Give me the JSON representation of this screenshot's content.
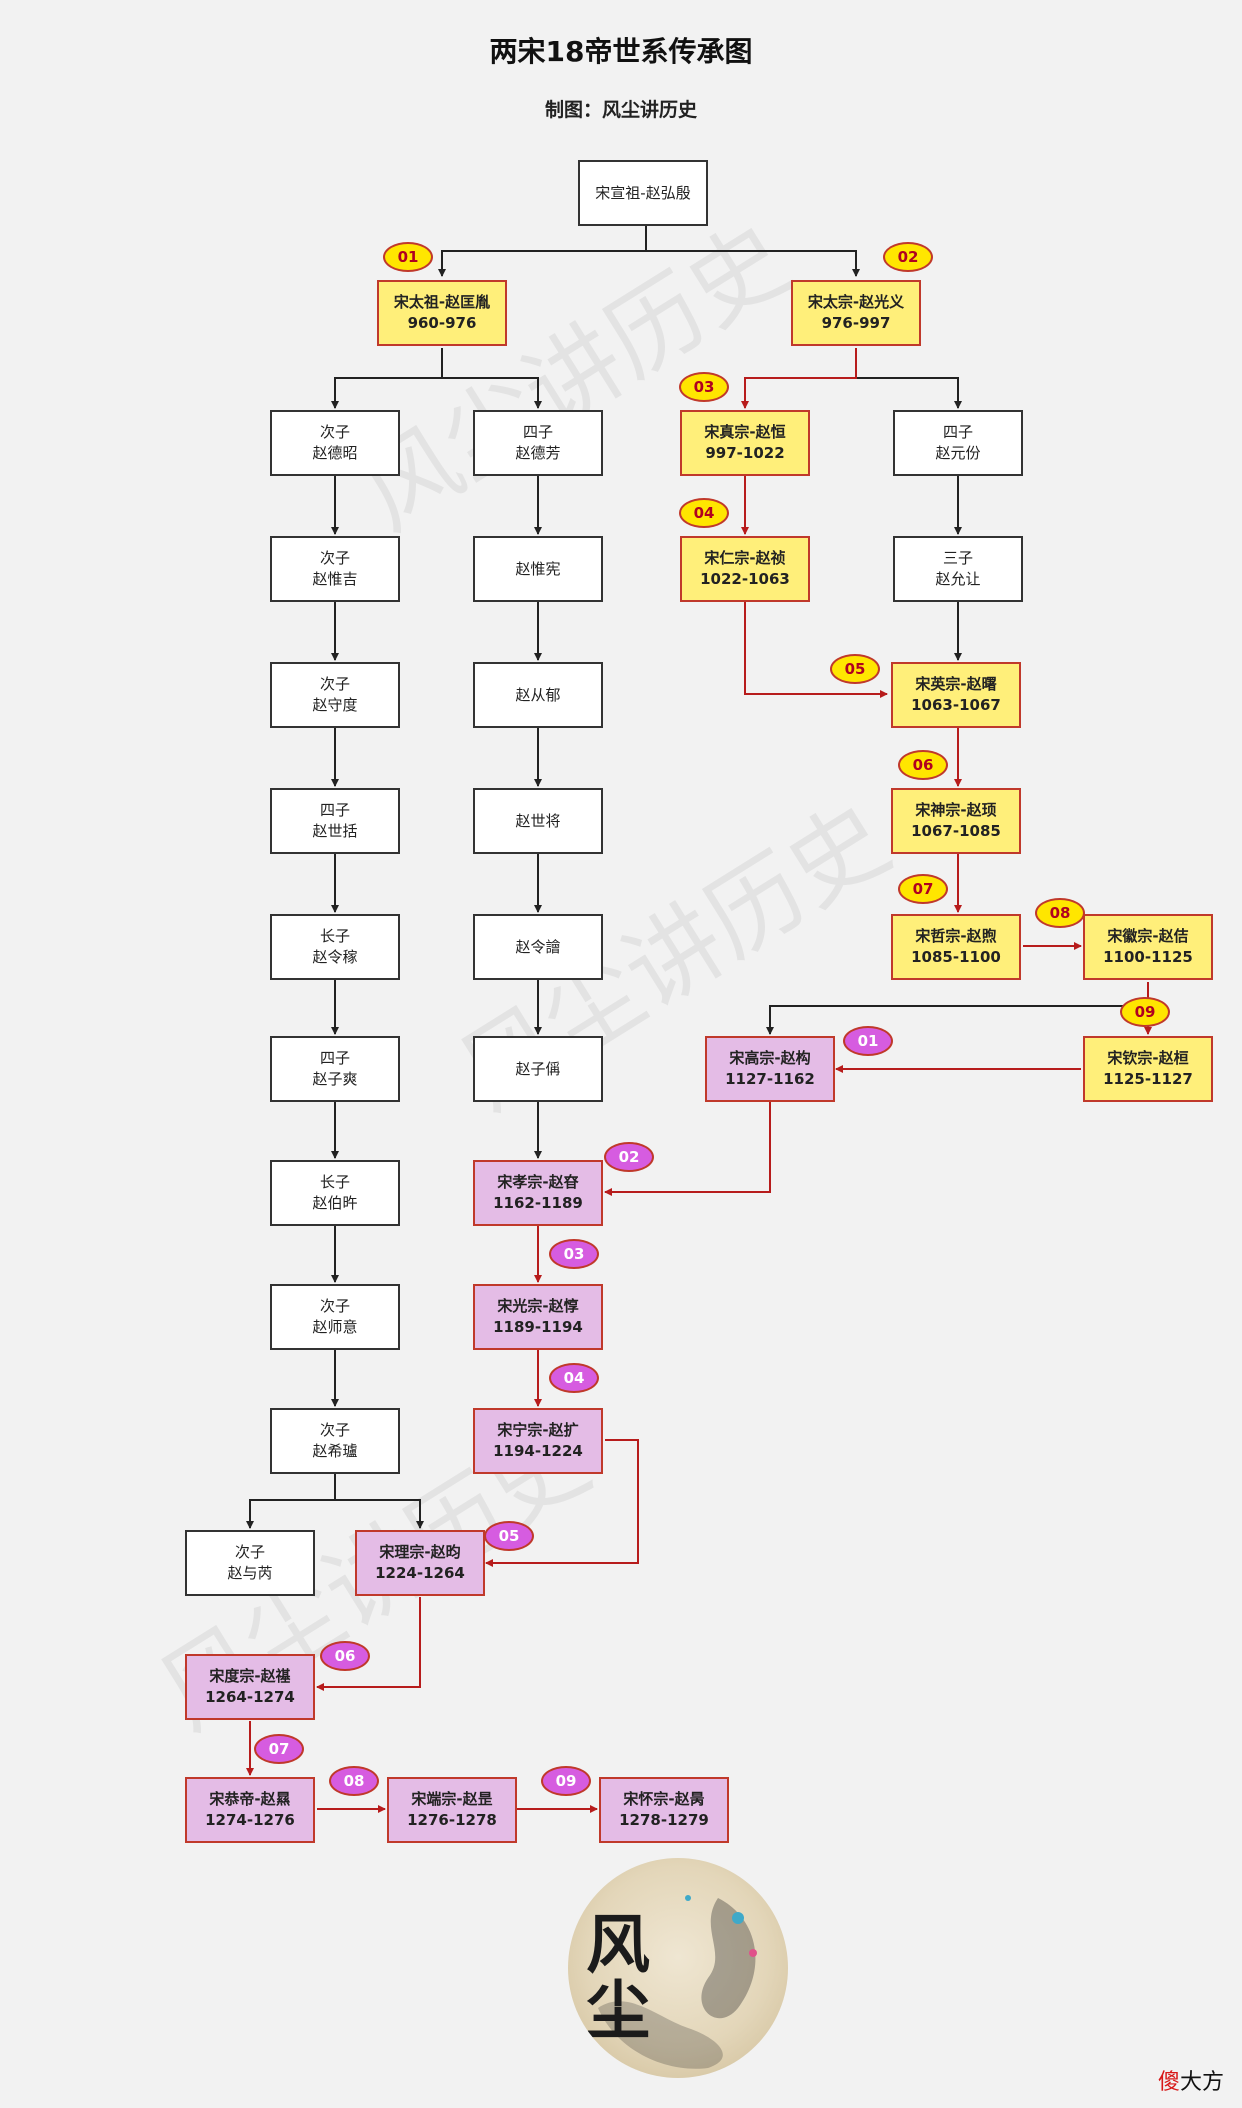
{
  "title": "两宋18帝世系传承图",
  "subtitle": "制图：风尘讲历史",
  "watermark_text": "风尘讲历史",
  "logo_text": "风尘",
  "corner_mark": {
    "first": "傻",
    "rest": "大方"
  },
  "colors": {
    "emperor_north": "#ffef7a",
    "emperor_south": "#e4bce6",
    "border_red": "#c0392b",
    "badge_north": "#ffe600",
    "badge_south": "#d65ce0"
  },
  "nodes": {
    "xuanzu": {
      "line1": "宋宣祖-赵弘殷",
      "line2": ""
    },
    "taizu": {
      "line1": "宋太祖-赵匡胤",
      "line2": "960-976"
    },
    "taizong": {
      "line1": "宋太宗-赵光义",
      "line2": "976-997"
    },
    "dezhao": {
      "line1": "次子",
      "line2": "赵德昭"
    },
    "defang": {
      "line1": "四子",
      "line2": "赵德芳"
    },
    "zhenzong": {
      "line1": "宋真宗-赵恒",
      "line2": "997-1022"
    },
    "yuanfen": {
      "line1": "四子",
      "line2": "赵元份"
    },
    "weiji": {
      "line1": "次子",
      "line2": "赵惟吉"
    },
    "weixian": {
      "line1": "赵惟宪",
      "line2": ""
    },
    "renzong": {
      "line1": "宋仁宗-赵祯",
      "line2": "1022-1063"
    },
    "yunrang": {
      "line1": "三子",
      "line2": "赵允让"
    },
    "shoudu": {
      "line1": "次子",
      "line2": "赵守度"
    },
    "congyu": {
      "line1": "赵从郁",
      "line2": ""
    },
    "yingzong": {
      "line1": "宋英宗-赵曙",
      "line2": "1063-1067"
    },
    "shikuo": {
      "line1": "四子",
      "line2": "赵世括"
    },
    "shijiang": {
      "line1": "赵世将",
      "line2": ""
    },
    "shenzong": {
      "line1": "宋神宗-赵顼",
      "line2": "1067-1085"
    },
    "lingjia": {
      "line1": "长子",
      "line2": "赵令稼"
    },
    "lingyu": {
      "line1": "赵令譮",
      "line2": ""
    },
    "zhezong": {
      "line1": "宋哲宗-赵煦",
      "line2": "1085-1100"
    },
    "huizong": {
      "line1": "宋徽宗-赵佶",
      "line2": "1100-1125"
    },
    "zishuang": {
      "line1": "四子",
      "line2": "赵子爽"
    },
    "zicheng": {
      "line1": "赵子偁",
      "line2": ""
    },
    "gaozong": {
      "line1": "宋高宗-赵构",
      "line2": "1127-1162"
    },
    "qinzong": {
      "line1": "宋钦宗-赵桓",
      "line2": "1125-1127"
    },
    "bozuo": {
      "line1": "长子",
      "line2": "赵伯旿"
    },
    "xiaozong": {
      "line1": "宋孝宗-赵昚",
      "line2": "1162-1189"
    },
    "shiyi": {
      "line1": "次子",
      "line2": "赵师意"
    },
    "guangzong": {
      "line1": "宋光宗-赵惇",
      "line2": "1189-1194"
    },
    "xilu": {
      "line1": "次子",
      "line2": "赵希瓐"
    },
    "ningzong": {
      "line1": "宋宁宗-赵扩",
      "line2": "1194-1224"
    },
    "yurui": {
      "line1": "次子",
      "line2": "赵与芮"
    },
    "lizong": {
      "line1": "宋理宗-赵昀",
      "line2": "1224-1264"
    },
    "duzong": {
      "line1": "宋度宗-赵禥",
      "line2": "1264-1274"
    },
    "gongdi": {
      "line1": "宋恭帝-赵㬎",
      "line2": "1274-1276"
    },
    "duanzong": {
      "line1": "宋端宗-赵昰",
      "line2": "1276-1278"
    },
    "huaizong": {
      "line1": "宋怀宗-赵昺",
      "line2": "1278-1279"
    }
  },
  "badges": {
    "n01": "01",
    "n02": "02",
    "n03": "03",
    "n04": "04",
    "n05": "05",
    "n06": "06",
    "n07": "07",
    "n08": "08",
    "n09": "09",
    "s01": "01",
    "s02": "02",
    "s03": "03",
    "s04": "04",
    "s05": "05",
    "s06": "06",
    "s07": "07",
    "s08": "08",
    "s09": "09"
  }
}
